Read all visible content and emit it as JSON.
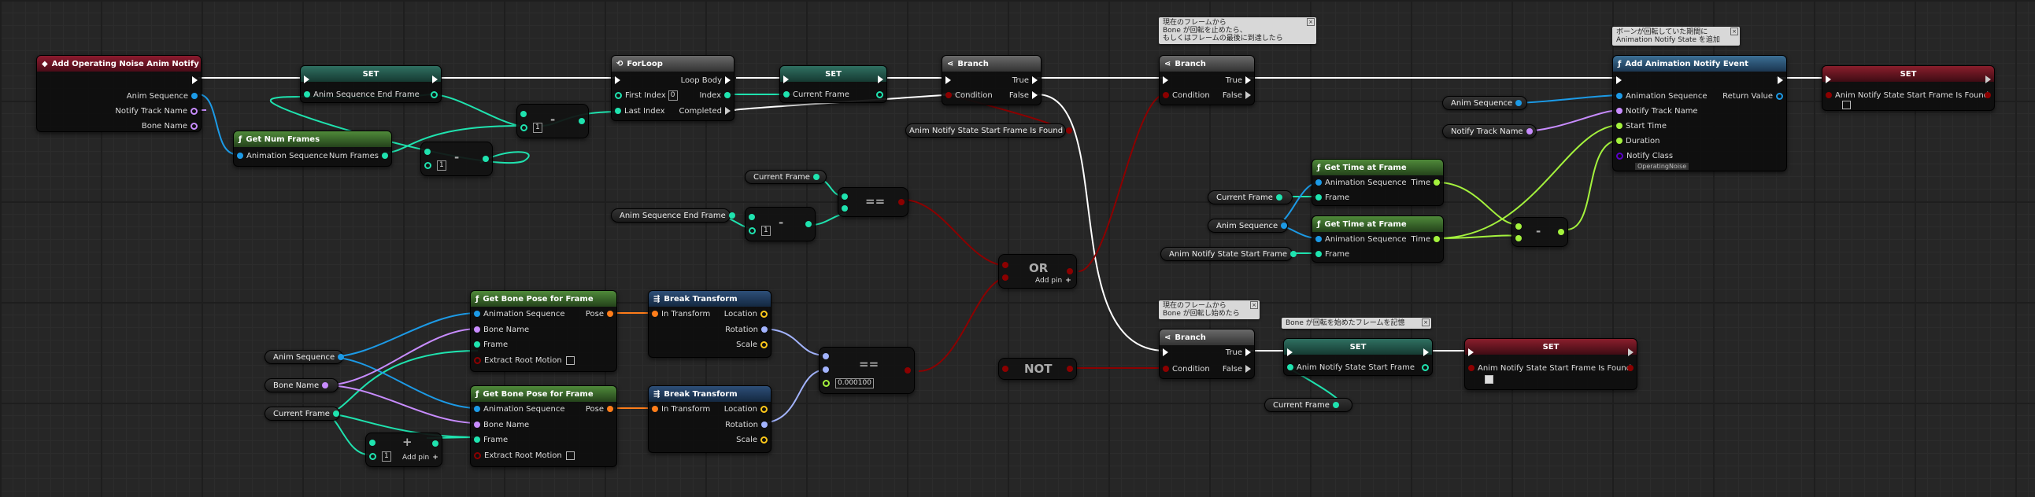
{
  "nodes": {
    "event": {
      "title": "Add Operating Noise Anim Notify States",
      "outputs": [
        "Anim Sequence",
        "Notify Track Name",
        "Bone Name"
      ]
    },
    "set1": {
      "title": "SET",
      "var": "Anim Sequence End Frame"
    },
    "getnum": {
      "title": "Get Num Frames",
      "input": "Animation Sequence",
      "output": "Num Frames"
    },
    "minus1": {
      "sym": "-",
      "val": "1"
    },
    "minus2": {
      "sym": "-",
      "val": "1"
    },
    "forloop": {
      "title": "ForLoop",
      "first": "First Index",
      "first_val": "0",
      "last": "Last Index",
      "body": "Loop Body",
      "index": "Index",
      "completed": "Completed"
    },
    "set2": {
      "title": "SET",
      "var": "Current Frame"
    },
    "branch1": {
      "title": "Branch",
      "cond": "Condition",
      "t": "True",
      "f": "False"
    },
    "branch2": {
      "title": "Branch",
      "cond": "Condition",
      "t": "True",
      "f": "False"
    },
    "branch3": {
      "title": "Branch",
      "cond": "Condition",
      "t": "True",
      "f": "False"
    },
    "addnotify": {
      "title": "Add Animation Notify Event",
      "inputs": [
        "Animation Sequence",
        "Notify Track Name",
        "Start Time",
        "Duration",
        "Notify Class"
      ],
      "class_val": "OperatingNoise",
      "ret": "Return Value"
    },
    "set3": {
      "title": "SET",
      "var": "Anim Notify State Start Frame Is Found"
    },
    "set4": {
      "title": "SET",
      "var": "Anim Notify State Start Frame"
    },
    "set5": {
      "title": "SET",
      "var": "Anim Notify State Start Frame Is Found"
    },
    "eq1": {
      "sym": "=="
    },
    "minus3": {
      "sym": "-",
      "val": "1"
    },
    "or": {
      "sym": "OR",
      "addpin": "Add pin"
    },
    "not": {
      "sym": "NOT"
    },
    "gettime1": {
      "title": "Get Time at Frame",
      "in1": "Animation Sequence",
      "in2": "Frame",
      "out": "Time"
    },
    "gettime2": {
      "title": "Get Time at Frame",
      "in1": "Animation Sequence",
      "in2": "Frame",
      "out": "Time"
    },
    "minus4": {
      "sym": "-"
    },
    "bone1": {
      "title": "Get Bone Pose for Frame",
      "inputs": [
        "Animation Sequence",
        "Bone Name",
        "Frame",
        "Extract Root Motion"
      ],
      "out": "Pose"
    },
    "bone2": {
      "title": "Get Bone Pose for Frame",
      "inputs": [
        "Animation Sequence",
        "Bone Name",
        "Frame",
        "Extract Root Motion"
      ],
      "out": "Pose"
    },
    "break1": {
      "title": "Break Transform",
      "in": "In Transform",
      "outs": [
        "Location",
        "Rotation",
        "Scale"
      ]
    },
    "break2": {
      "title": "Break Transform",
      "in": "In Transform",
      "outs": [
        "Location",
        "Rotation",
        "Scale"
      ]
    },
    "eq2": {
      "sym": "==",
      "tol": "0.000100"
    },
    "add": {
      "sym": "+",
      "val": "1",
      "addpin": "Add pin"
    }
  },
  "vars": {
    "v_found": "Anim Notify State Start Frame Is Found",
    "v_cf1": "Current Frame",
    "v_asef": "Anim Sequence End Frame",
    "v_as1": "Anim Sequence",
    "v_ntn": "Notify Track Name",
    "v_cf2": "Current Frame",
    "v_as2": "Anim Sequence",
    "v_nsf": "Anim Notify State Start Frame",
    "v_as3": "Anim Sequence",
    "v_bn": "Bone Name",
    "v_cf3": "Current Frame",
    "v_cf4": "Current Frame"
  },
  "comments": {
    "c1": [
      "現在のフレームから",
      "Bone が回転を止めたら、",
      "もしくはフレームの最後に到達したら"
    ],
    "c2": [
      "ボーンが回転していた期間に",
      "Animation Notify State を追加"
    ],
    "c3": [
      "現在のフレームから",
      "Bone が回転し始めたら"
    ],
    "c4": [
      "Bone が回転を始めたフレームを記憶"
    ]
  },
  "colors": {
    "exec": "#ffffff",
    "int": "#1fe3af",
    "object": "#1c9ae6",
    "name": "#c88cff",
    "bool": "#8c0000",
    "float": "#a4f23d",
    "transform": "#ff7d1a",
    "rotator": "#a3b4ff",
    "vector": "#ffc81a"
  }
}
